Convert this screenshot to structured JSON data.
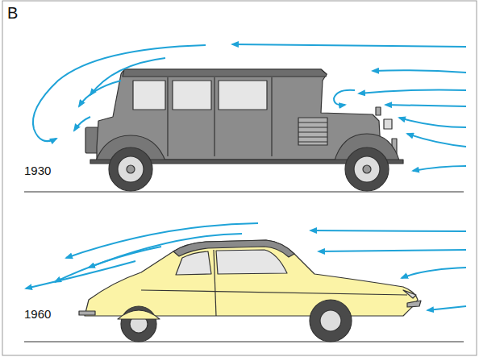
{
  "diagram": {
    "labels": [
      "B",
      "1930",
      "1960"
    ]
  }
}
